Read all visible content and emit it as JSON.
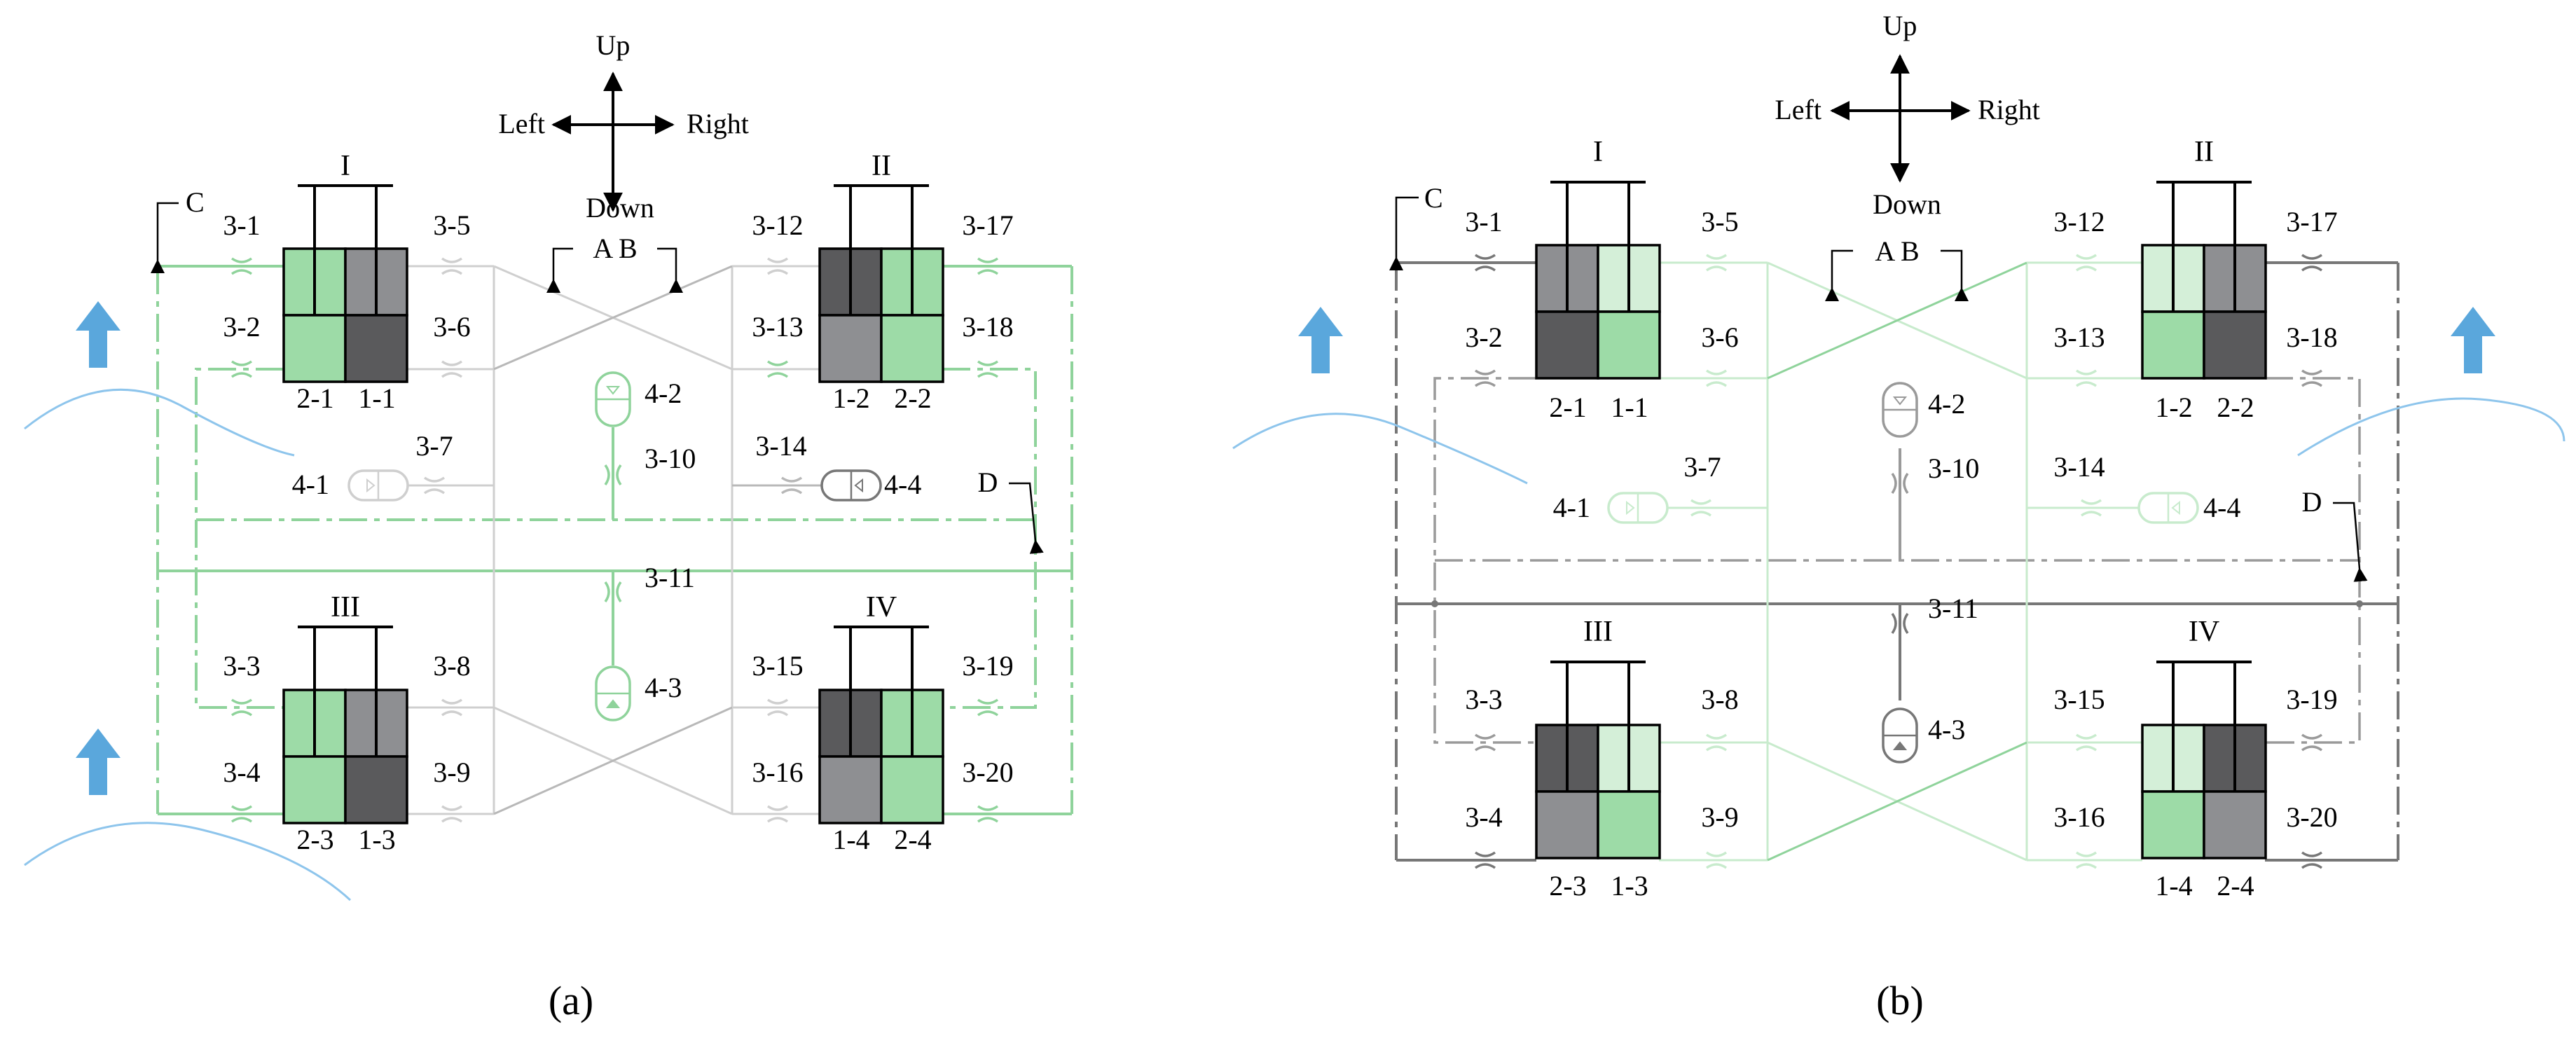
{
  "colors": {
    "green": "#8fd39b",
    "green_fill": "#9ddba7",
    "light_green": "#d4efd8",
    "faint_green": "#c8ebcd",
    "dark_grey": "#5a5a5c",
    "mid_grey": "#8e8f92",
    "light_grey": "#cfcfcf",
    "line_grey": "#777777",
    "arrow_blue": "#5aa7dc",
    "wave_blue": "#8ec5ec",
    "black": "#000000"
  },
  "compass": {
    "up": "Up",
    "down": "Down",
    "left": "Left",
    "right": "Right"
  },
  "panels": [
    {
      "caption": "(a)",
      "corner_labels": {
        "c": "C",
        "ab": "A B",
        "d": "D"
      },
      "groups": [
        {
          "roman": "I",
          "left_bottom": "2-1",
          "right_bottom": "1-1"
        },
        {
          "roman": "II",
          "left_bottom": "1-2",
          "right_bottom": "2-2"
        },
        {
          "roman": "III",
          "left_bottom": "2-3",
          "right_bottom": "1-3"
        },
        {
          "roman": "IV",
          "left_bottom": "1-4",
          "right_bottom": "2-4"
        }
      ],
      "valves": [
        "3-1",
        "3-2",
        "3-3",
        "3-4",
        "3-5",
        "3-6",
        "3-7",
        "3-8",
        "3-9",
        "3-10",
        "3-11",
        "3-12",
        "3-13",
        "3-14",
        "3-15",
        "3-16",
        "3-17",
        "3-18",
        "3-19",
        "3-20"
      ],
      "accumulators": [
        "4-1",
        "4-2",
        "4-3",
        "4-4"
      ]
    },
    {
      "caption": "(b)",
      "corner_labels": {
        "c": "C",
        "ab": "A B",
        "d": "D"
      },
      "groups": [
        {
          "roman": "I",
          "left_bottom": "2-1",
          "right_bottom": "1-1"
        },
        {
          "roman": "II",
          "left_bottom": "1-2",
          "right_bottom": "2-2"
        },
        {
          "roman": "III",
          "left_bottom": "2-3",
          "right_bottom": "1-3"
        },
        {
          "roman": "IV",
          "left_bottom": "1-4",
          "right_bottom": "2-4"
        }
      ],
      "valves": [
        "3-1",
        "3-2",
        "3-3",
        "3-4",
        "3-5",
        "3-6",
        "3-7",
        "3-8",
        "3-9",
        "3-10",
        "3-11",
        "3-12",
        "3-13",
        "3-14",
        "3-15",
        "3-16",
        "3-17",
        "3-18",
        "3-19",
        "3-20"
      ],
      "accumulators": [
        "4-1",
        "4-2",
        "4-3",
        "4-4"
      ]
    }
  ]
}
